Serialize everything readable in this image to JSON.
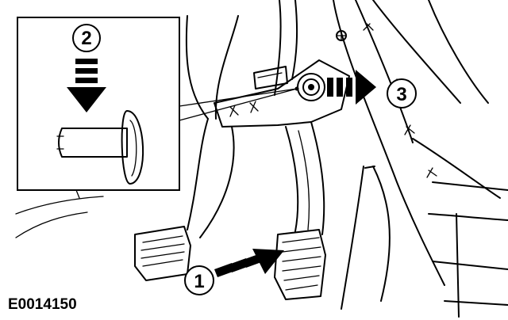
{
  "figure": {
    "reference_code": "E0014150",
    "callouts": [
      {
        "id": "1",
        "label": "1"
      },
      {
        "id": "2",
        "label": "2"
      },
      {
        "id": "3",
        "label": "3"
      }
    ]
  }
}
